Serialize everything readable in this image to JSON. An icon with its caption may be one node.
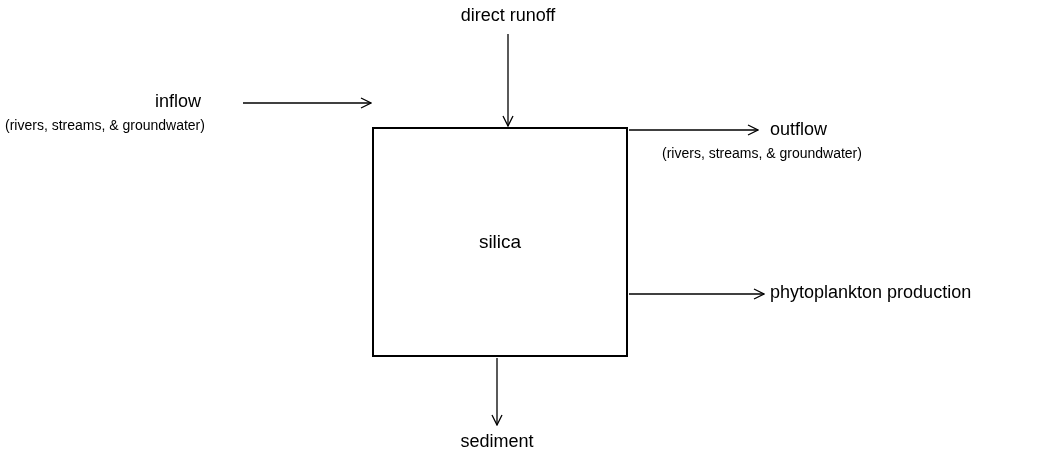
{
  "diagram": {
    "nodes": [
      {
        "text": [
          "silica"
        ]
      },
      {
        "text": [
          "direct runoff"
        ]
      },
      {
        "text": [
          "inflow",
          "(rivers, streams, & groundwater)"
        ]
      },
      {
        "text": [
          "outflow",
          "(rivers, streams, & groundwater)"
        ]
      },
      {
        "text": [
          "phytoplankton production"
        ]
      },
      {
        "text": [
          "sediment"
        ]
      }
    ],
    "edges": [
      {
        "from": 1,
        "to": 0,
        "arrow": "to"
      },
      {
        "from": 2,
        "to": 0,
        "arrow": "to"
      },
      {
        "from": 0,
        "to": 3,
        "arrow": "to"
      },
      {
        "from": 0,
        "to": 4,
        "arrow": "to"
      },
      {
        "from": 0,
        "to": 5,
        "arrow": "to"
      }
    ]
  }
}
